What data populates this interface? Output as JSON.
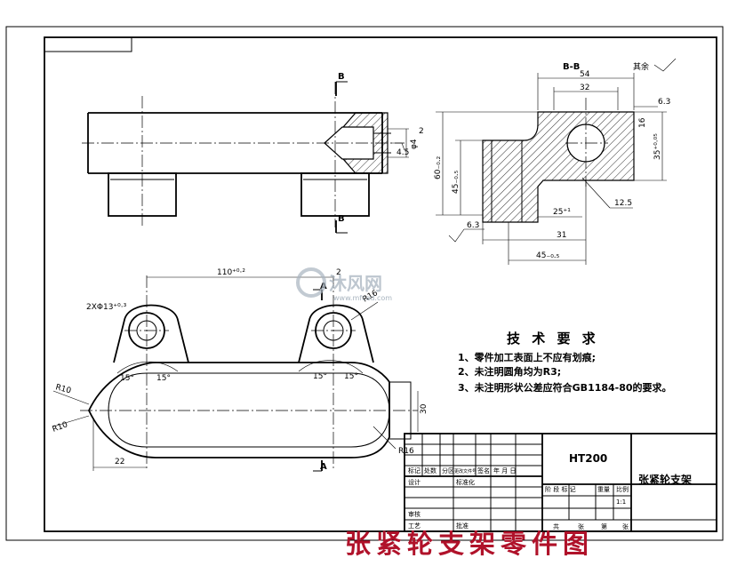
{
  "section": {
    "cut_label": "B",
    "section_title": "B-B",
    "view_label": "A"
  },
  "dims_top": {
    "d1": "φ4",
    "d2": "2",
    "d3": "4.5"
  },
  "dims_section": {
    "w54": "54",
    "w32": "32",
    "h16": "16",
    "h35": "35⁺⁰·⁰⁵",
    "h60": "60₋₀.₂",
    "h45": "45₋₀.₅",
    "w25": "25⁺¹",
    "w31": "31",
    "w45": "45₋₀.₅",
    "rough": "6.3",
    "rough2": "12.5",
    "finish_label": "其余"
  },
  "dims_plan": {
    "len110": "110⁺⁰·²",
    "r16a": "R16",
    "r16b": "R16",
    "r10a": "R10",
    "r10b": "R10",
    "a15a": "15°",
    "a15b": "15°",
    "a15c": "15°",
    "a15d": "15°",
    "w22": "22",
    "h30": "30",
    "hole": "2XΦ13⁺⁰·³",
    "h2": "2"
  },
  "tech": {
    "title": "技 术 要 求",
    "items": [
      "1、零件加工表面上不应有划痕;",
      "2、未注明圆角均为R3;",
      "3、未注明形状公差应符合GB1184-80的要求。"
    ]
  },
  "title_block": {
    "material": "HT200",
    "part_name": "张紧轮支架",
    "scale_label": "比例",
    "scale": "1:1",
    "row_headers": [
      "标记",
      "处数",
      "分区",
      "更改文件号",
      "签名",
      "年 月 日"
    ],
    "left_labels": [
      "设计",
      "审核",
      "工艺"
    ],
    "mid_labels": [
      "标准化",
      "批准"
    ],
    "stage_labels": [
      "阶 段 标 记",
      "重量"
    ],
    "sheet_labels": [
      "共",
      "张",
      "第",
      "张"
    ]
  },
  "watermark": {
    "brand": "沐风网",
    "url": "www.mfcad.com"
  },
  "caption": "张紧轮支架零件图"
}
